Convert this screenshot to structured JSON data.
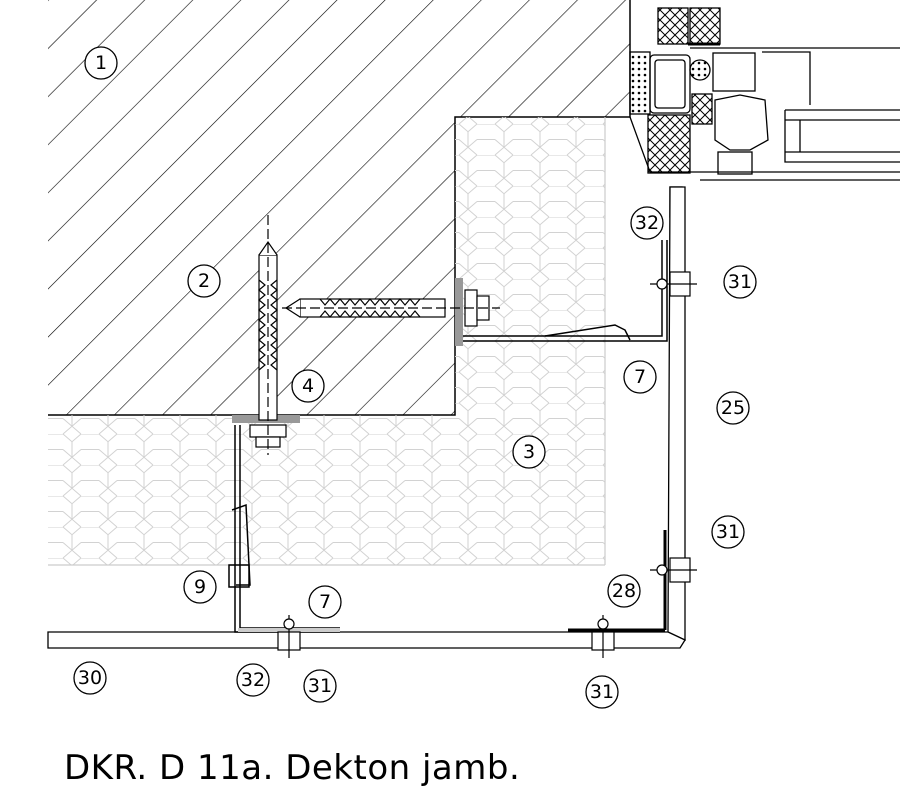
{
  "caption": "DKR. D 11a.  Dekton jamb.",
  "callouts": [
    "1",
    "2",
    "3",
    "4",
    "7",
    "7",
    "9",
    "25",
    "28",
    "30",
    "31",
    "31",
    "31",
    "31",
    "32",
    "32"
  ],
  "colors": {
    "line": "#000000",
    "insulation": "#cfcfcf",
    "gasket": "#888888"
  }
}
